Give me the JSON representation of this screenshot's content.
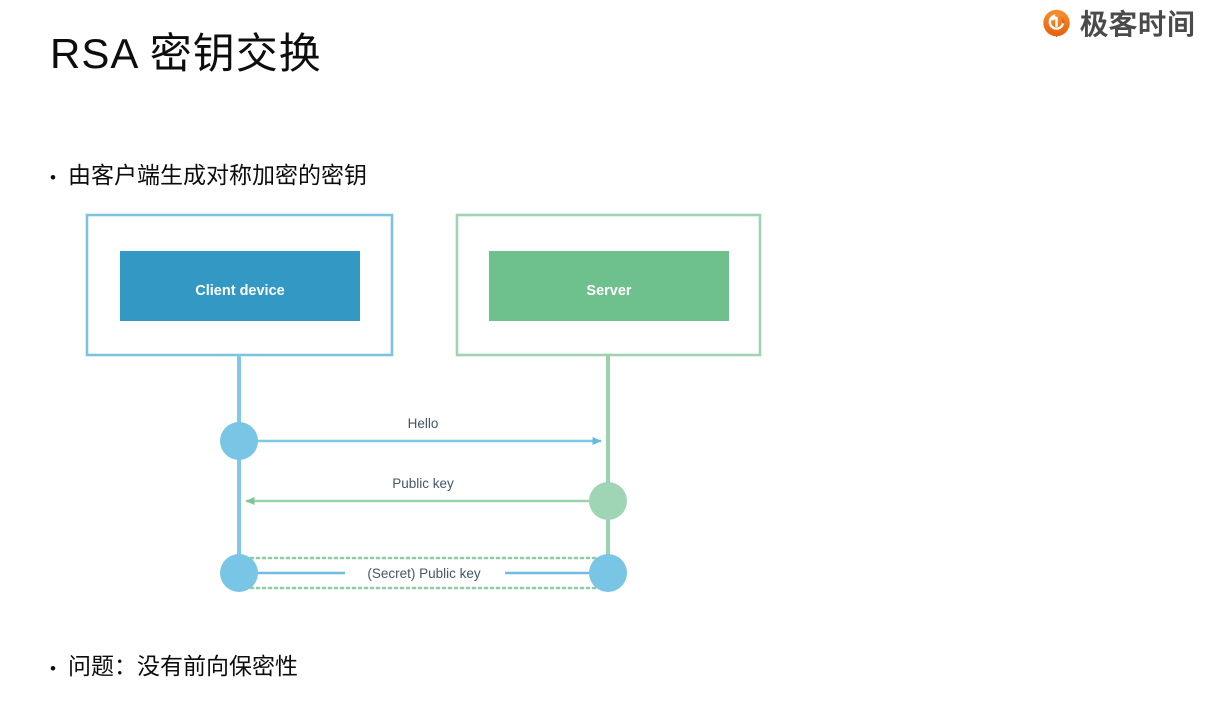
{
  "brand": {
    "name": "极客时间",
    "icon": "geektime-logo-icon",
    "icon_color_start": "#F28022",
    "icon_color_end": "#E4600B",
    "text_color": "#4a4a4a"
  },
  "slide": {
    "title": "RSA 密钥交换",
    "bullets": [
      {
        "marker": "•",
        "text": "由客户端生成对称加密的密钥"
      },
      {
        "marker": "•",
        "text": "问题：没有前向保密性"
      }
    ]
  },
  "diagram": {
    "type": "sequence-diagram",
    "participants": [
      {
        "id": "client",
        "label": "Client device",
        "fill_color": "#3498C4",
        "border_color": "#7CC3E0",
        "lifeline_color": "#7FC8E8"
      },
      {
        "id": "server",
        "label": "Server",
        "fill_color": "#6EC08C",
        "border_color": "#9FD3B2",
        "lifeline_color": "#9BD2AE"
      }
    ],
    "messages": [
      {
        "label": "Hello",
        "from": "client",
        "to": "server",
        "direction": "right",
        "color": "#7FC8E8",
        "style": "solid"
      },
      {
        "label": "Public key",
        "from": "server",
        "to": "client",
        "direction": "left",
        "color": "#9BD2AE",
        "style": "solid"
      },
      {
        "label": "(Secret) Public key",
        "from": "client",
        "to": "server",
        "direction": "none",
        "color": "#6FBEDF",
        "style": "solid-with-dotted-tunnel",
        "tunnel_color": "#8ECCA5"
      }
    ],
    "label_text_color": "#43566b"
  }
}
